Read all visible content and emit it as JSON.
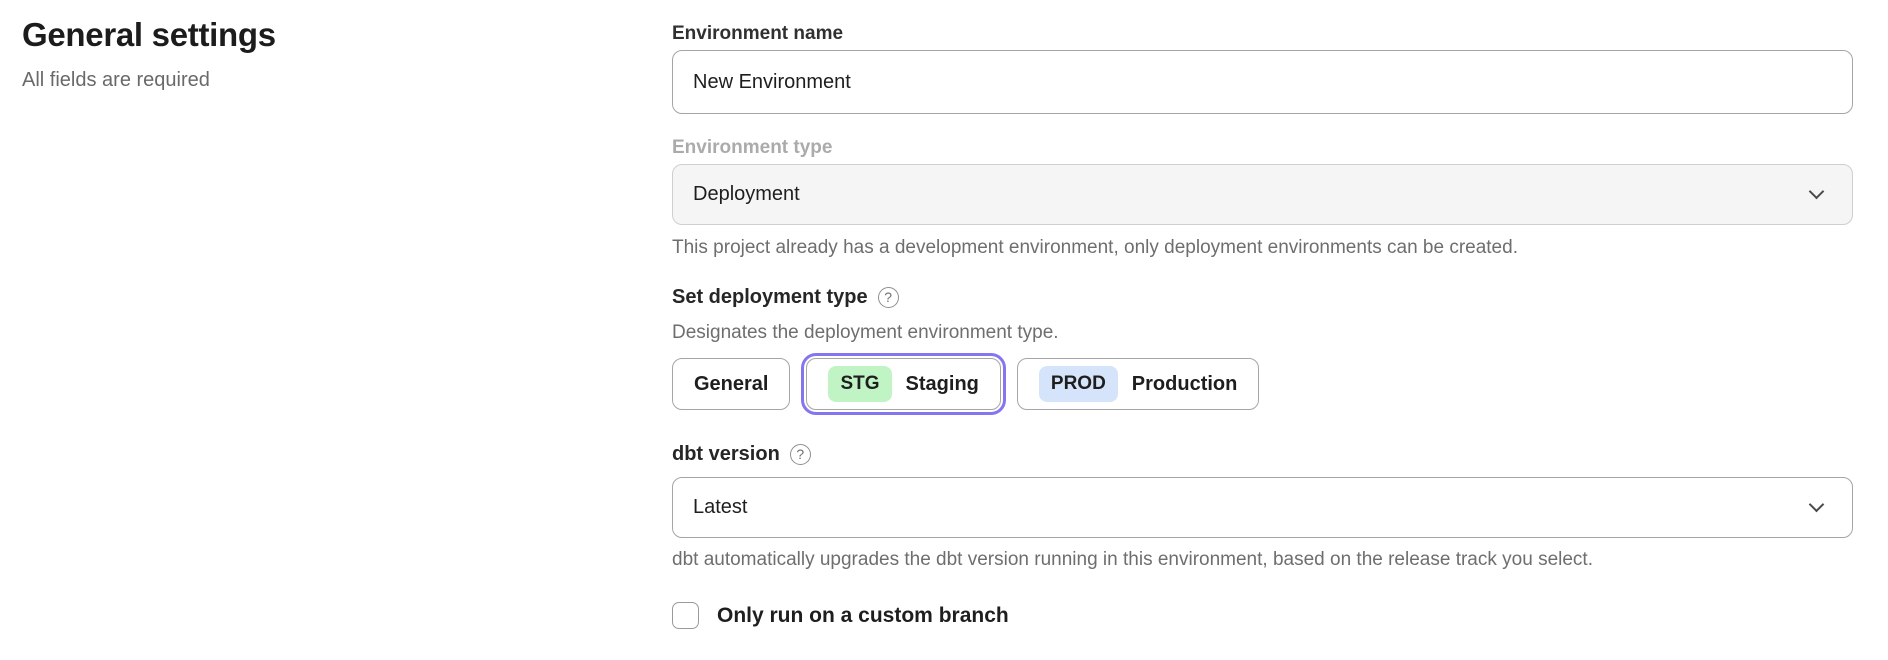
{
  "page": {
    "title": "General settings",
    "subtitle": "All fields are required"
  },
  "icons": {
    "help": "?"
  },
  "colors": {
    "accent_purple": "#8475f0",
    "badge_green_bg": "#c1f4c5",
    "badge_blue_bg": "#d6e4fb",
    "disabled_field_bg": "#f5f5f5",
    "field_border": "#a5a5a5"
  },
  "form": {
    "environment_name": {
      "label": "Environment name",
      "value": "New Environment"
    },
    "environment_type": {
      "label": "Environment type",
      "value": "Deployment",
      "helper": "This project already has a development environment, only deployment environments can be created."
    },
    "deployment_type": {
      "label": "Set deployment type",
      "description": "Designates the deployment environment type.",
      "options": [
        {
          "label": "General",
          "badge": "",
          "selected": false
        },
        {
          "label": "Staging",
          "badge": "STG",
          "selected": true
        },
        {
          "label": "Production",
          "badge": "PROD",
          "selected": false
        }
      ]
    },
    "dbt_version": {
      "label": "dbt version",
      "value": "Latest",
      "helper": "dbt automatically upgrades the dbt version running in this environment, based on the release track you select."
    },
    "custom_branch": {
      "label": "Only run on a custom branch",
      "checked": false
    }
  }
}
